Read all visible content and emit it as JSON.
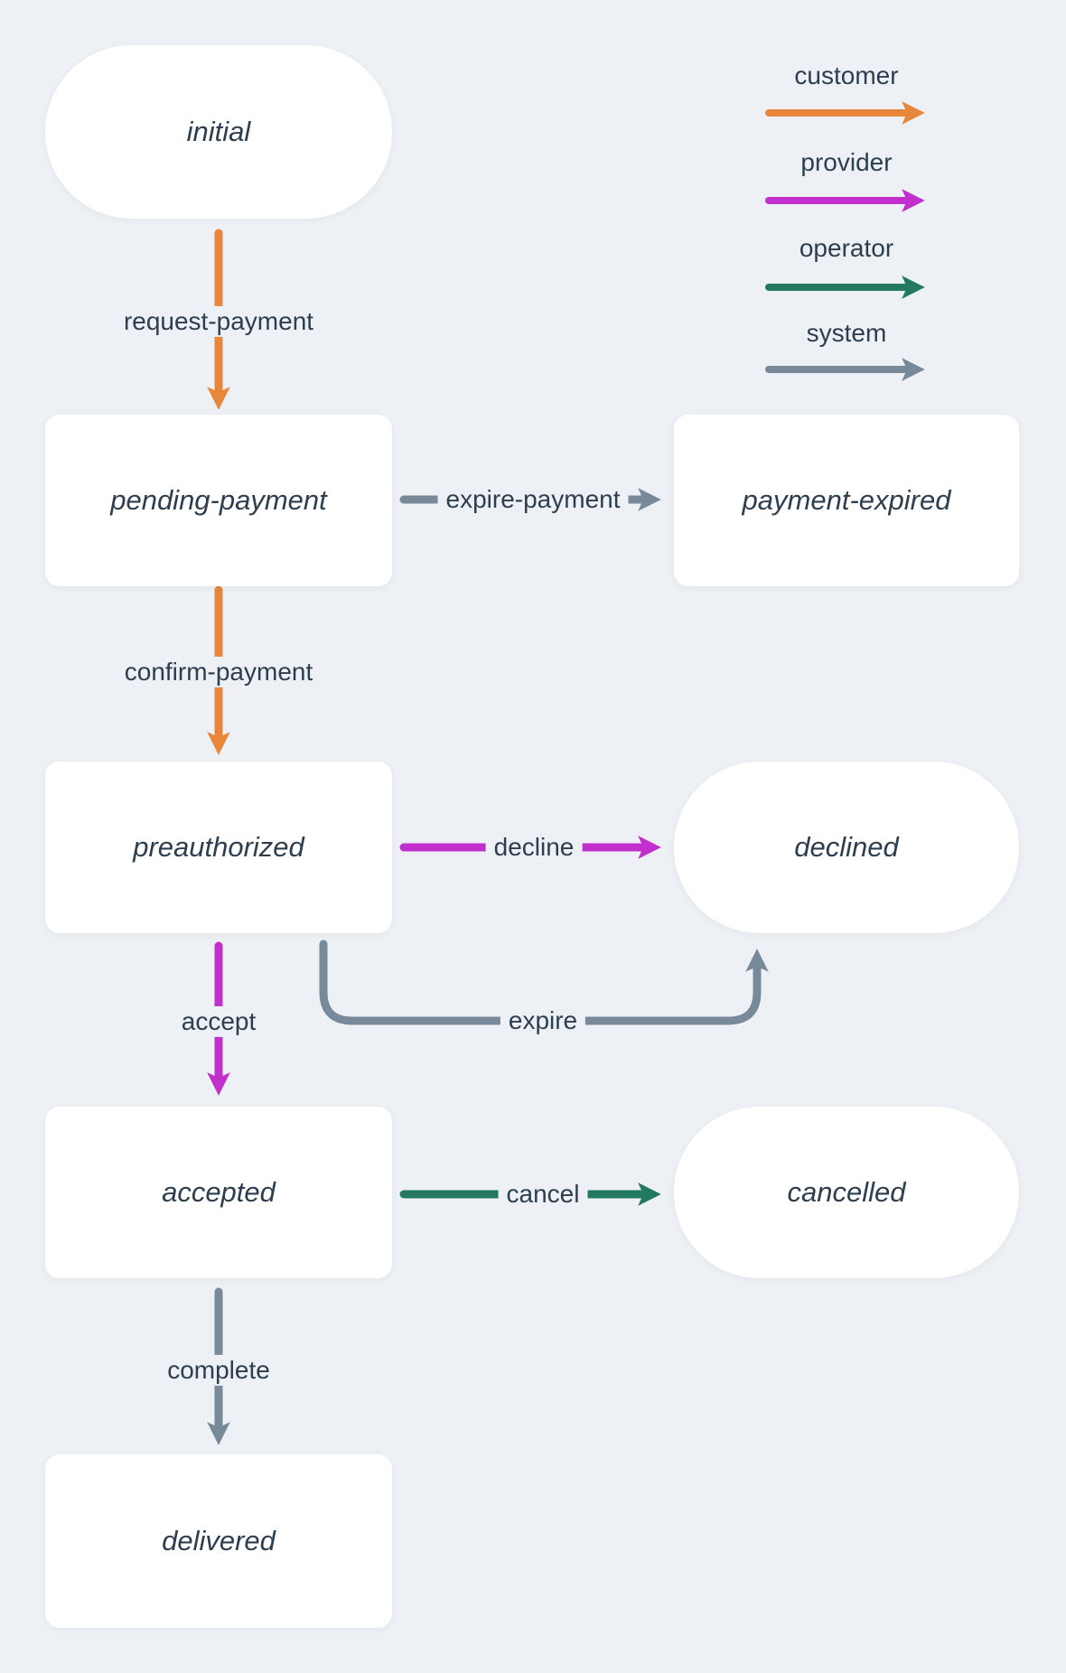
{
  "colors": {
    "customer": "#E8873C",
    "provider": "#C12FCC",
    "operator": "#22795E",
    "system": "#78899A",
    "text": "#2D3E4F",
    "background": "#EDF1F5",
    "node_background": "#FFFFFF"
  },
  "legend": {
    "items": [
      {
        "id": "customer",
        "label": "customer"
      },
      {
        "id": "provider",
        "label": "provider"
      },
      {
        "id": "operator",
        "label": "operator"
      },
      {
        "id": "system",
        "label": "system"
      }
    ]
  },
  "nodes": {
    "initial": {
      "label": "initial",
      "shape": "pill"
    },
    "pending_payment": {
      "label": "pending-payment",
      "shape": "rect"
    },
    "payment_expired": {
      "label": "payment-expired",
      "shape": "rect"
    },
    "preauthorized": {
      "label": "preauthorized",
      "shape": "rect"
    },
    "declined": {
      "label": "declined",
      "shape": "pill"
    },
    "accepted": {
      "label": "accepted",
      "shape": "rect"
    },
    "cancelled": {
      "label": "cancelled",
      "shape": "pill"
    },
    "delivered": {
      "label": "delivered",
      "shape": "rect"
    }
  },
  "edges": {
    "request_payment": {
      "label": "request-payment",
      "actor": "customer",
      "from": "initial",
      "to": "pending_payment"
    },
    "expire_payment": {
      "label": "expire-payment",
      "actor": "system",
      "from": "pending_payment",
      "to": "payment_expired"
    },
    "confirm_payment": {
      "label": "confirm-payment",
      "actor": "customer",
      "from": "pending_payment",
      "to": "preauthorized"
    },
    "decline": {
      "label": "decline",
      "actor": "provider",
      "from": "preauthorized",
      "to": "declined"
    },
    "accept": {
      "label": "accept",
      "actor": "provider",
      "from": "preauthorized",
      "to": "accepted"
    },
    "expire": {
      "label": "expire",
      "actor": "system",
      "from": "preauthorized",
      "to": "declined"
    },
    "cancel": {
      "label": "cancel",
      "actor": "operator",
      "from": "accepted",
      "to": "cancelled"
    },
    "complete": {
      "label": "complete",
      "actor": "system",
      "from": "accepted",
      "to": "delivered"
    }
  }
}
